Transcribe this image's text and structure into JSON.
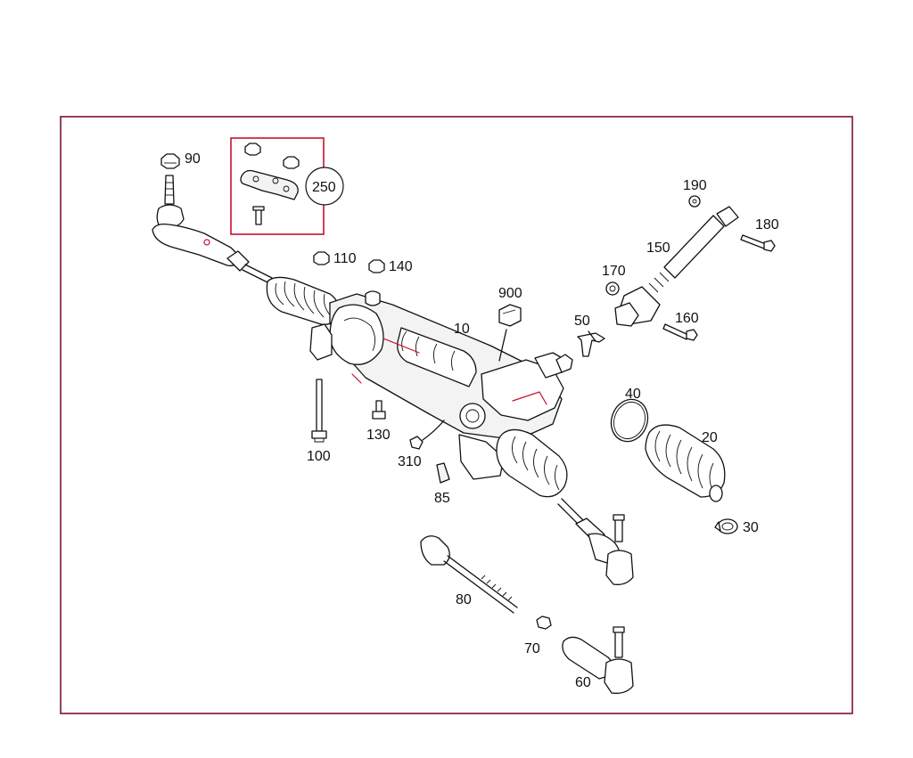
{
  "diagram": {
    "colors": {
      "frame": "#7a1430",
      "accent": "#c8102e",
      "line": "#111111"
    },
    "callouts": {
      "p90": "90",
      "p250": "250",
      "p110": "110",
      "p140": "140",
      "p190": "190",
      "p180": "180",
      "p150": "150",
      "p170": "170",
      "p900": "900",
      "p10": "10",
      "p50": "50",
      "p160": "160",
      "p40": "40",
      "p20": "20",
      "p100": "100",
      "p130": "130",
      "p310": "310",
      "p85": "85",
      "p30": "30",
      "p80": "80",
      "p70": "70",
      "p60": "60"
    }
  }
}
